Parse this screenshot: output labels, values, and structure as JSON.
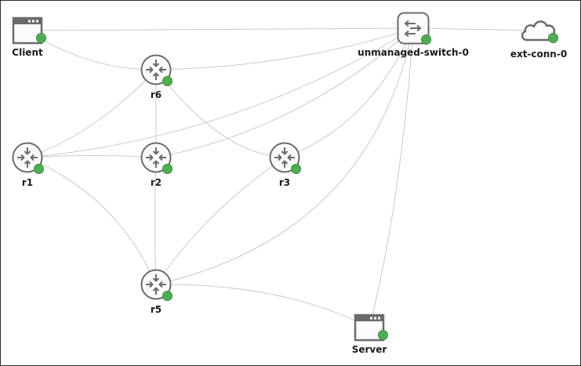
{
  "topology": {
    "nodes": [
      {
        "id": "client",
        "label": "Client",
        "kind": "host",
        "status": "up",
        "icon": "host-window-icon"
      },
      {
        "id": "r6",
        "label": "r6",
        "kind": "router",
        "status": "up",
        "icon": "router-icon"
      },
      {
        "id": "switch",
        "label": "unmanaged-switch-0",
        "kind": "switch",
        "status": "up",
        "icon": "switch-icon"
      },
      {
        "id": "ext",
        "label": "ext-conn-0",
        "kind": "external",
        "status": "up",
        "icon": "cloud-icon"
      },
      {
        "id": "r1",
        "label": "r1",
        "kind": "router",
        "status": "up",
        "icon": "router-icon"
      },
      {
        "id": "r2",
        "label": "r2",
        "kind": "router",
        "status": "up",
        "icon": "router-icon"
      },
      {
        "id": "r3",
        "label": "r3",
        "kind": "router",
        "status": "up",
        "icon": "router-icon"
      },
      {
        "id": "r5",
        "label": "r5",
        "kind": "router",
        "status": "up",
        "icon": "router-icon"
      },
      {
        "id": "server",
        "label": "Server",
        "kind": "host",
        "status": "up",
        "icon": "host-window-icon"
      }
    ],
    "links": [
      [
        "client",
        "switch"
      ],
      [
        "client",
        "r6"
      ],
      [
        "switch",
        "ext"
      ],
      [
        "r6",
        "switch"
      ],
      [
        "r6",
        "r1"
      ],
      [
        "r6",
        "r2"
      ],
      [
        "r6",
        "r3"
      ],
      [
        "r1",
        "switch"
      ],
      [
        "r1",
        "r2"
      ],
      [
        "r1",
        "r5"
      ],
      [
        "r2",
        "switch"
      ],
      [
        "r2",
        "r5"
      ],
      [
        "r3",
        "switch"
      ],
      [
        "r3",
        "r5"
      ],
      [
        "r5",
        "switch"
      ],
      [
        "r5",
        "server"
      ],
      [
        "server",
        "switch"
      ]
    ],
    "colors": {
      "status_up": "#4caf50",
      "link": "#c9c9c9",
      "icon": "#6b6b6b"
    }
  }
}
